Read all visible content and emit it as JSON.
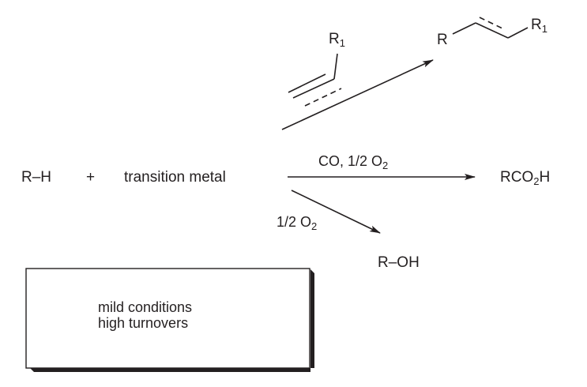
{
  "diagram": {
    "reactants": {
      "substrate": "R–H",
      "plus": "+",
      "catalyst": "transition metal"
    },
    "alkyne": {
      "substituent": "R",
      "substituent_sub": "1"
    },
    "products": {
      "alkene": {
        "left_group": "R",
        "right_group": "R",
        "right_group_sub": "1"
      },
      "acid": {
        "main": "RCO",
        "sub": "2",
        "tail": "H"
      },
      "alcohol": "R–OH"
    },
    "conditions": {
      "carbonylation": {
        "text": "CO, 1/2 O",
        "sub": "2"
      },
      "oxidation": {
        "text": "1/2 O",
        "sub": "2"
      }
    },
    "box": {
      "line1": "mild conditions",
      "line2": "high turnovers"
    },
    "colors": {
      "ink": "#231f20",
      "background": "#ffffff"
    }
  }
}
